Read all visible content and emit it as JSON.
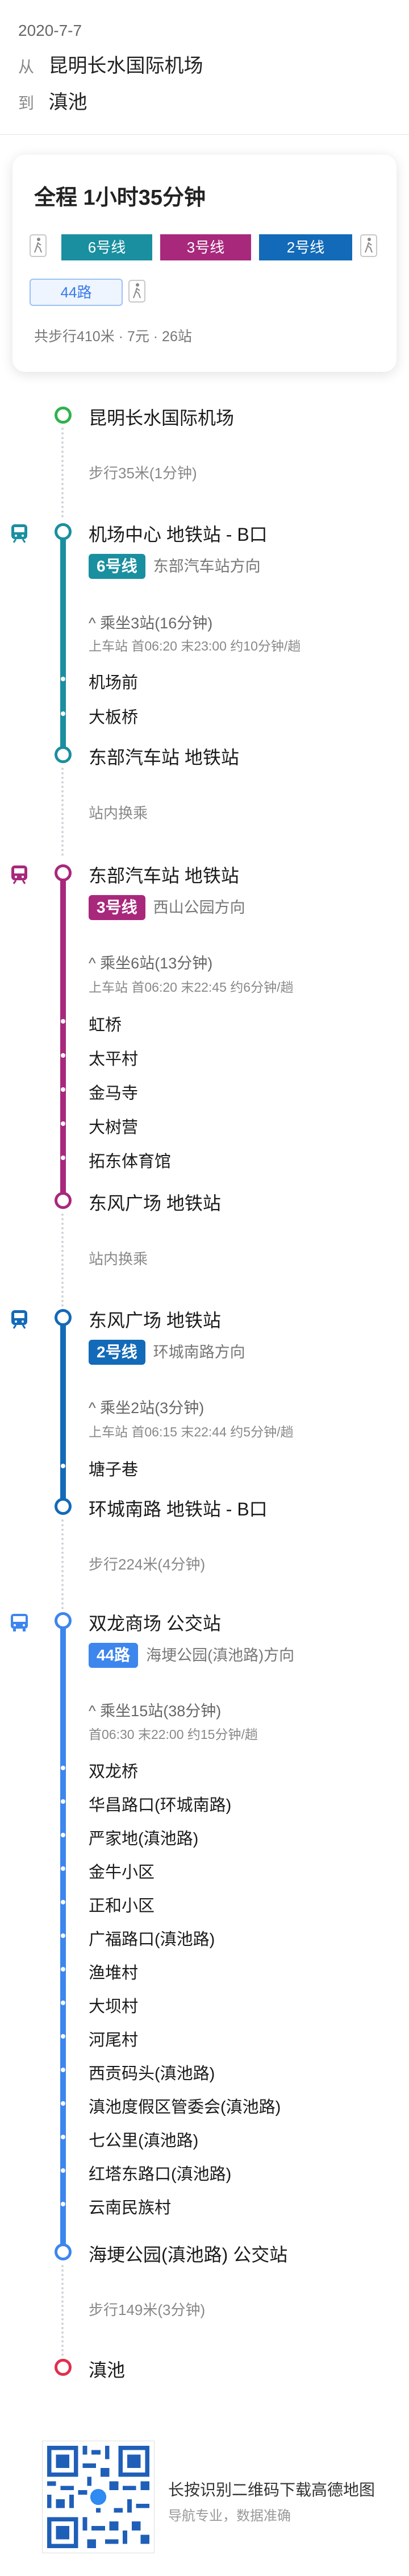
{
  "header": {
    "date": "2020-7-7",
    "from_label": "从",
    "from": "昆明长水国际机场",
    "to_label": "到",
    "to": "滇池"
  },
  "summary_card": {
    "total": "全程  1小时35分钟",
    "segments": [
      "6号线",
      "3号线",
      "2号线"
    ],
    "bus": "44路",
    "summary": "共步行410米 · 7元 · 26站"
  },
  "route": {
    "start": "昆明长水国际机场",
    "walk1": "步行35米(1分钟)",
    "m6": {
      "station": "机场中心 地铁站 - B口",
      "badge": "6号线",
      "badge_color": "#1a8fa0",
      "direction": "东部汽车站方向",
      "ride": "乘坐3站(16分钟)",
      "times": "上车站 首06:20  末23:00  约10分钟/趟",
      "stops": [
        "机场前",
        "大板桥"
      ],
      "alight": "东部汽车站 地铁站"
    },
    "transfer1": "站内换乘",
    "m3": {
      "station": "东部汽车站 地铁站",
      "badge": "3号线",
      "badge_color": "#a8287c",
      "direction": "西山公园方向",
      "ride": "乘坐6站(13分钟)",
      "times": "上车站 首06:20  末22:45  约6分钟/趟",
      "stops": [
        "虹桥",
        "太平村",
        "金马寺",
        "大树营",
        "拓东体育馆"
      ],
      "alight": "东风广场 地铁站"
    },
    "transfer2": "站内换乘",
    "m2": {
      "station": "东风广场 地铁站",
      "badge": "2号线",
      "badge_color": "#136ab8",
      "direction": "环城南路方向",
      "ride": "乘坐2站(3分钟)",
      "times": "上车站 首06:15  末22:44  约5分钟/趟",
      "stops": [
        "塘子巷"
      ],
      "alight": "环城南路 地铁站 - B口"
    },
    "walk2": "步行224米(4分钟)",
    "bus": {
      "station": "双龙商场 公交站",
      "badge": "44路",
      "badge_color": "#3d86ee",
      "direction": "海埂公园(滇池路)方向",
      "ride": "乘坐15站(38分钟)",
      "times": "首06:30  末22:00  约15分钟/趟",
      "stops": [
        "双龙桥",
        "华昌路口(环城南路)",
        "严家地(滇池路)",
        "金牛小区",
        "正和小区",
        "广福路口(滇池路)",
        "渔堆村",
        "大坝村",
        "河尾村",
        "西贡码头(滇池路)",
        "滇池度假区管委会(滇池路)",
        "七公里(滇池路)",
        "红塔东路口(滇池路)",
        "云南民族村"
      ],
      "alight": "海埂公园(滇池路) 公交站"
    },
    "walk3": "步行149米(3分钟)",
    "end": "滇池"
  },
  "footer": {
    "line1": "长按识别二维码下载高德地图",
    "line2": "导航专业，数据准确"
  },
  "colors": {
    "start": "#2fb24e",
    "end": "#e0304e",
    "dots": "#cfd3d8"
  }
}
